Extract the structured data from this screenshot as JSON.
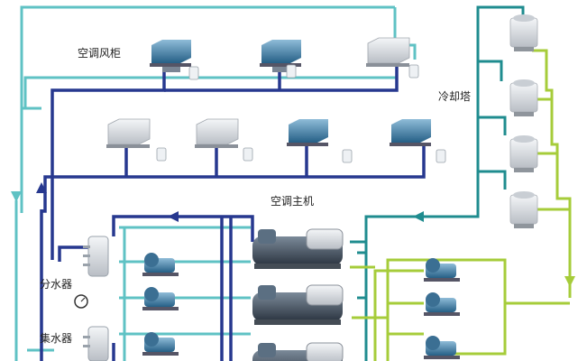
{
  "labels": {
    "ahu": "空调风柜",
    "cooling_tower": "冷却塔",
    "chiller": "空调主机",
    "supply_header": "分水器",
    "return_header": "集水器"
  },
  "colors": {
    "chilled_water": "#27388f",
    "supply_cyan": "#5fc2c4",
    "cooling_teal": "#1f8c8f",
    "cooling_green": "#a6cc3a",
    "equipment_gray": "#d9dde2",
    "equipment_blue": "#2b6f99"
  }
}
